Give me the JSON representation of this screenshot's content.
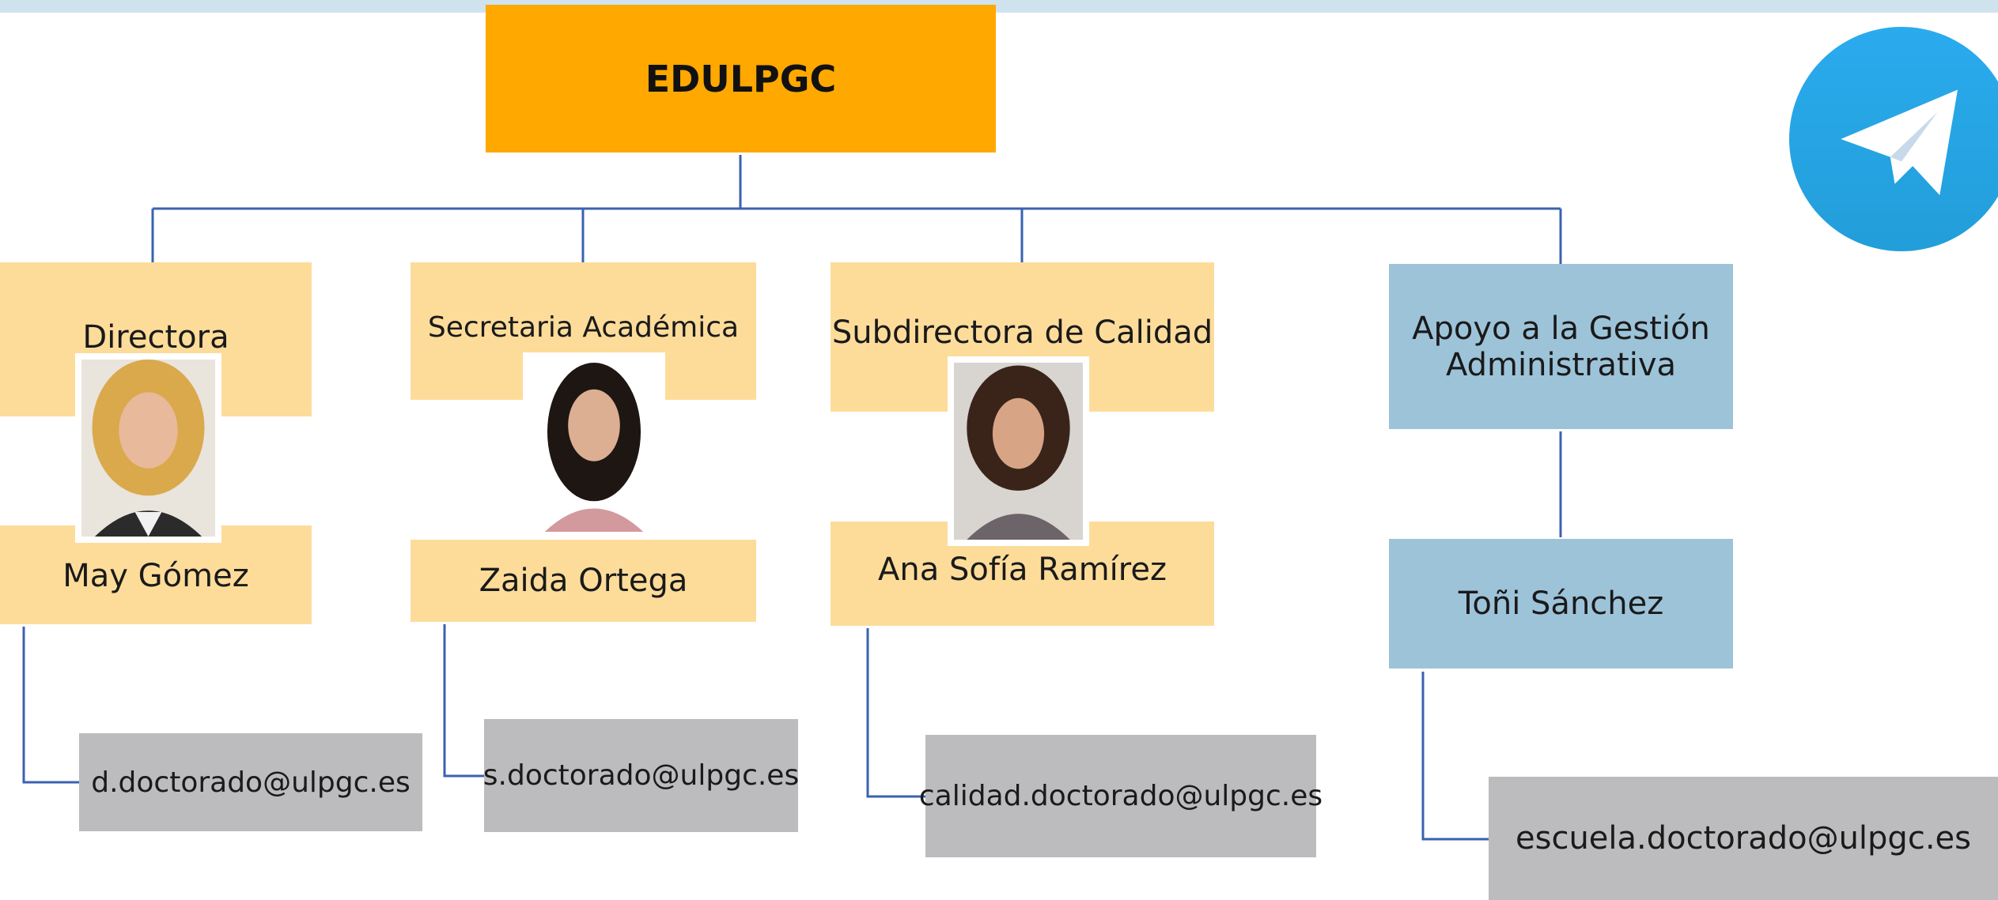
{
  "root": {
    "title": "EDULPGC"
  },
  "members": [
    {
      "role": "Directora",
      "name": "May Gómez",
      "email": "d.doctorado@ulpgc.es"
    },
    {
      "role": "Secretaria Académica",
      "name": "Zaida Ortega",
      "email": "s.doctorado@ulpgc.es"
    },
    {
      "role": "Subdirectora de Calidad",
      "name": "Ana Sofía Ramírez",
      "email": "calidad.doctorado@ulpgc.es"
    },
    {
      "role": "Apoyo a la Gestión Administrativa",
      "name": "Toñi Sánchez",
      "email": "escuela.doctorado@ulpgc.es"
    }
  ],
  "colors": {
    "root": "#ffa800",
    "management": "#fddc9a",
    "support": "#9dc3d9",
    "email": "#bcbcbe",
    "connector": "#3a62b0"
  },
  "icons": {
    "telegram": "telegram-icon"
  }
}
